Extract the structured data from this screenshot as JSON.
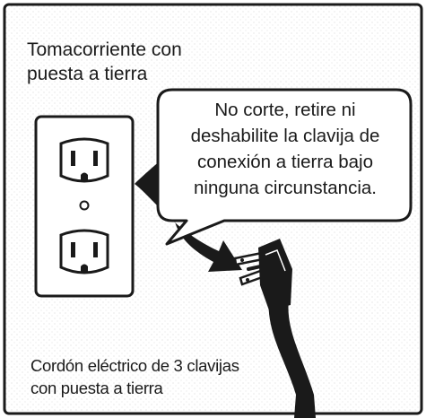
{
  "outlet_label": {
    "line1": "Tomacorriente con",
    "line2": "puesta a tierra"
  },
  "warning": {
    "line1": "No corte, retire ni",
    "line2": "deshabilite la clavija de",
    "line3": "conexión a tierra bajo",
    "line4": "ninguna circunstancia."
  },
  "cord_label": {
    "line1": "Cordón eléctrico de 3 clavijas",
    "line2": "con puesta a tierra"
  },
  "colors": {
    "ink": "#1a1a1a",
    "background": "#ffffff",
    "texture": "#cfcfcf"
  }
}
